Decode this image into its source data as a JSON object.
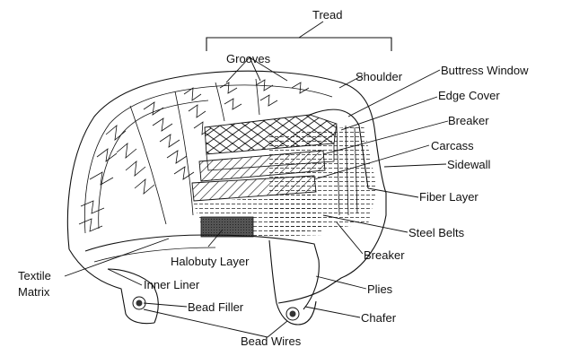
{
  "labels": {
    "tread": "Tread",
    "grooves": "Grooves",
    "shoulder": "Shoulder",
    "buttress_window": "Buttress Window",
    "edge_cover": "Edge Cover",
    "breaker_top": "Breaker",
    "carcass": "Carcass",
    "sidewall": "Sidewall",
    "fiber_layer": "Fiber Layer",
    "steel_belts": "Steel Belts",
    "breaker_bottom": "Breaker",
    "plies": "Plies",
    "chafer": "Chafer",
    "bead_wires": "Bead Wires",
    "bead_filler": "Bead Filler",
    "inner_liner": "Inner Liner",
    "halobuty_layer": "Halobuty Layer",
    "textile_matrix_line1": "Textile",
    "textile_matrix_line2": "Matrix"
  }
}
